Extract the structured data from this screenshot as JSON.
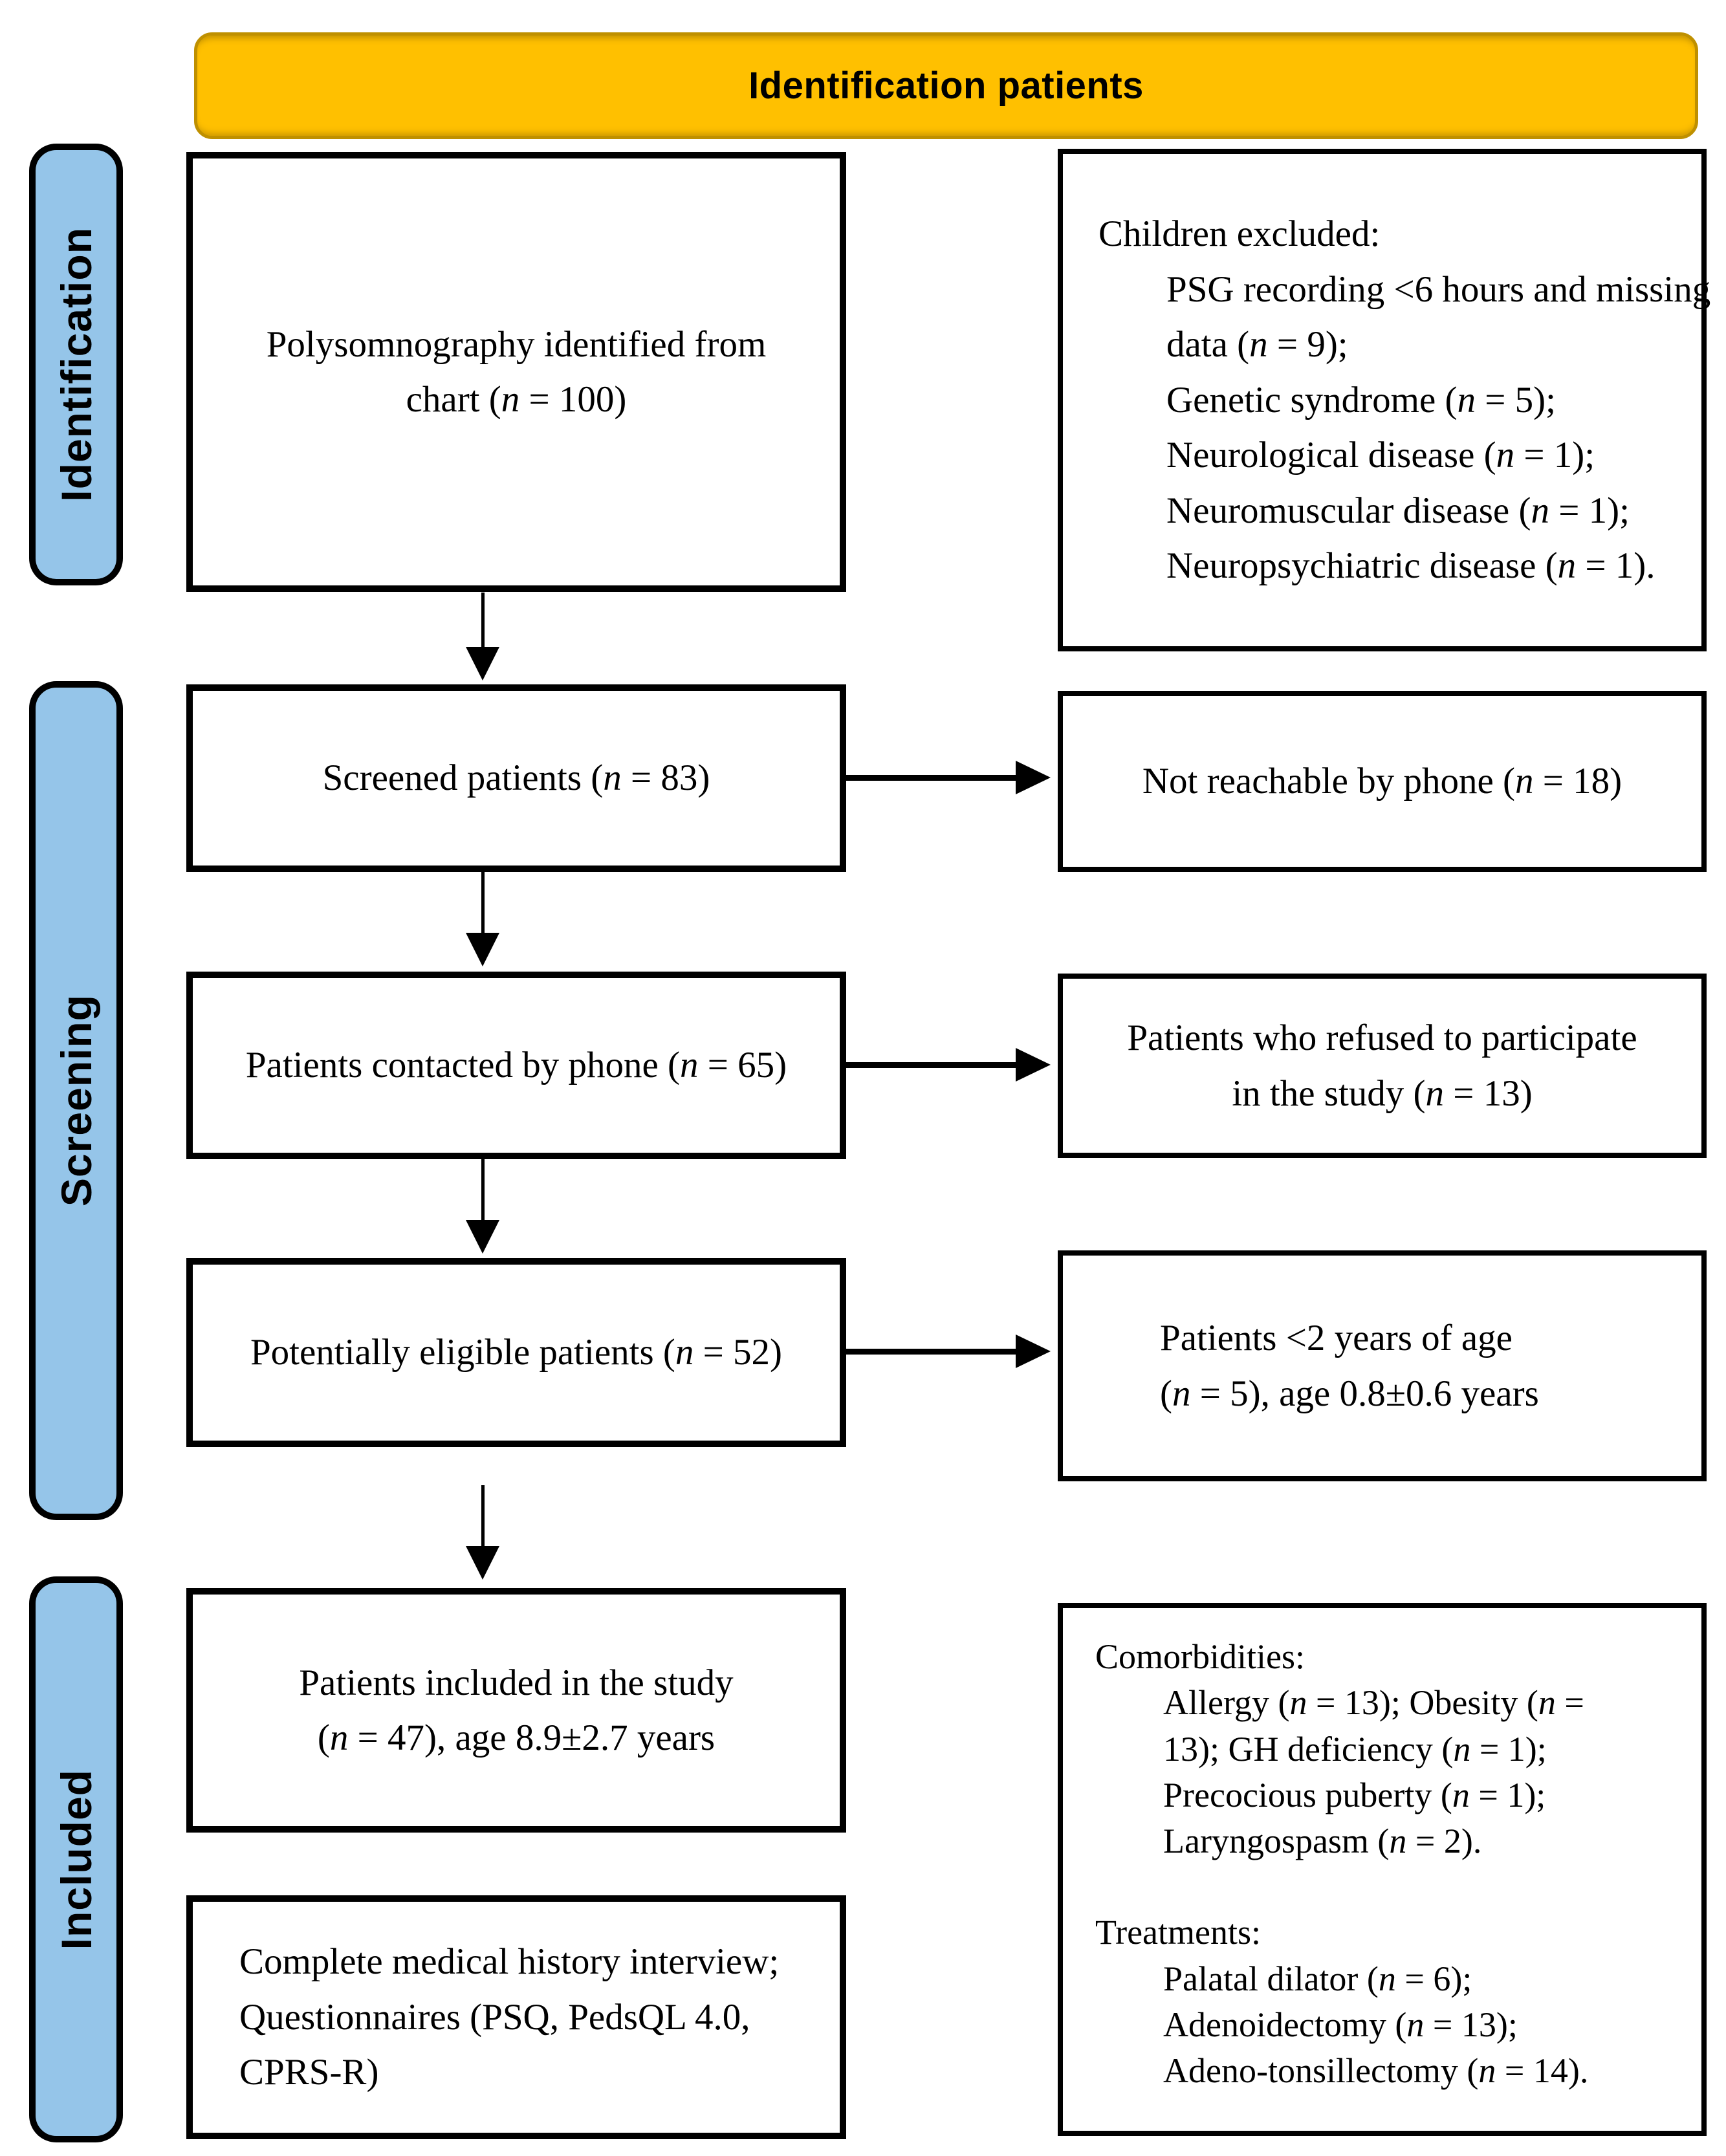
{
  "banner": {
    "label": "Identification patients"
  },
  "stages": [
    {
      "label": "Identification"
    },
    {
      "label": "Screening"
    },
    {
      "label": "Included"
    }
  ],
  "colors": {
    "banner_fill": "#FFC000",
    "banner_border": "#BF9000",
    "stage_fill": "#95C5E9",
    "box_border": "#000000",
    "box_fill": "#FFFFFF"
  },
  "boxes": {
    "psg_identified": {
      "lines": [
        [
          {
            "t": "Polysomnography identified from"
          }
        ],
        [
          {
            "t": "chart ("
          },
          {
            "t": "n",
            "i": true
          },
          {
            "t": " = 100)"
          }
        ]
      ]
    },
    "children_excluded": {
      "title": [
        {
          "t": "Children excluded:"
        }
      ],
      "items": [
        [
          {
            "t": "PSG recording <6 hours and missing"
          }
        ],
        [
          {
            "t": "data ("
          },
          {
            "t": "n",
            "i": true
          },
          {
            "t": " = 9);"
          }
        ],
        [
          {
            "t": "Genetic syndrome ("
          },
          {
            "t": "n",
            "i": true
          },
          {
            "t": " = 5);"
          }
        ],
        [
          {
            "t": "Neurological disease ("
          },
          {
            "t": "n",
            "i": true
          },
          {
            "t": " = 1);"
          }
        ],
        [
          {
            "t": "Neuromuscular disease ("
          },
          {
            "t": "n",
            "i": true
          },
          {
            "t": " = 1);"
          }
        ],
        [
          {
            "t": "Neuropsychiatric disease ("
          },
          {
            "t": "n",
            "i": true
          },
          {
            "t": " = 1)."
          }
        ]
      ]
    },
    "screened": {
      "lines": [
        [
          {
            "t": "Screened patients ("
          },
          {
            "t": "n",
            "i": true
          },
          {
            "t": " = 83)"
          }
        ]
      ]
    },
    "not_reachable": {
      "lines": [
        [
          {
            "t": "Not reachable by phone ("
          },
          {
            "t": "n",
            "i": true
          },
          {
            "t": " = 18)"
          }
        ]
      ]
    },
    "contacted": {
      "lines": [
        [
          {
            "t": "Patients contacted by phone ("
          },
          {
            "t": "n",
            "i": true
          },
          {
            "t": " = 65)"
          }
        ]
      ]
    },
    "refused": {
      "lines": [
        [
          {
            "t": "Patients who refused to participate"
          }
        ],
        [
          {
            "t": "in the study ("
          },
          {
            "t": "n",
            "i": true
          },
          {
            "t": " = 13)"
          }
        ]
      ]
    },
    "eligible": {
      "lines": [
        [
          {
            "t": "Potentially eligible patients ("
          },
          {
            "t": "n",
            "i": true
          },
          {
            "t": " = 52)"
          }
        ]
      ]
    },
    "under_two": {
      "lines": [
        [
          {
            "t": "Patients <2 years of age"
          }
        ],
        [
          {
            "t": "("
          },
          {
            "t": "n",
            "i": true
          },
          {
            "t": " = 5), age 0.8±0.6 years"
          }
        ]
      ]
    },
    "included_study": {
      "lines": [
        [
          {
            "t": "Patients included in the study"
          }
        ],
        [
          {
            "t": "("
          },
          {
            "t": "n",
            "i": true
          },
          {
            "t": " = 47), age 8.9±2.7 years"
          }
        ]
      ]
    },
    "medical_history": {
      "lines": [
        [
          {
            "t": "Complete medical history interview;"
          }
        ],
        [
          {
            "t": "Questionnaires (PSQ, PedsQL 4.0,"
          }
        ],
        [
          {
            "t": "CPRS-R)"
          }
        ]
      ]
    },
    "comorbidities": {
      "title": [
        {
          "t": "Comorbidities:"
        }
      ],
      "items": [
        [
          {
            "t": "Allergy ("
          },
          {
            "t": "n",
            "i": true
          },
          {
            "t": " = 13); Obesity ("
          },
          {
            "t": "n",
            "i": true
          },
          {
            "t": " ="
          }
        ],
        [
          {
            "t": "13); GH deficiency ("
          },
          {
            "t": "n",
            "i": true
          },
          {
            "t": " = 1);"
          }
        ],
        [
          {
            "t": "Precocious puberty ("
          },
          {
            "t": "n",
            "i": true
          },
          {
            "t": " = 1);"
          }
        ],
        [
          {
            "t": "Laryngospasm ("
          },
          {
            "t": "n",
            "i": true
          },
          {
            "t": " = 2)."
          }
        ]
      ]
    },
    "treatments": {
      "title": [
        {
          "t": "Treatments:"
        }
      ],
      "items": [
        [
          {
            "t": "Palatal dilator ("
          },
          {
            "t": "n",
            "i": true
          },
          {
            "t": " = 6);"
          }
        ],
        [
          {
            "t": "Adenoidectomy ("
          },
          {
            "t": "n",
            "i": true
          },
          {
            "t": " = 13);"
          }
        ],
        [
          {
            "t": "Adeno-tonsillectomy ("
          },
          {
            "t": "n",
            "i": true
          },
          {
            "t": " = 14)."
          }
        ]
      ]
    }
  }
}
